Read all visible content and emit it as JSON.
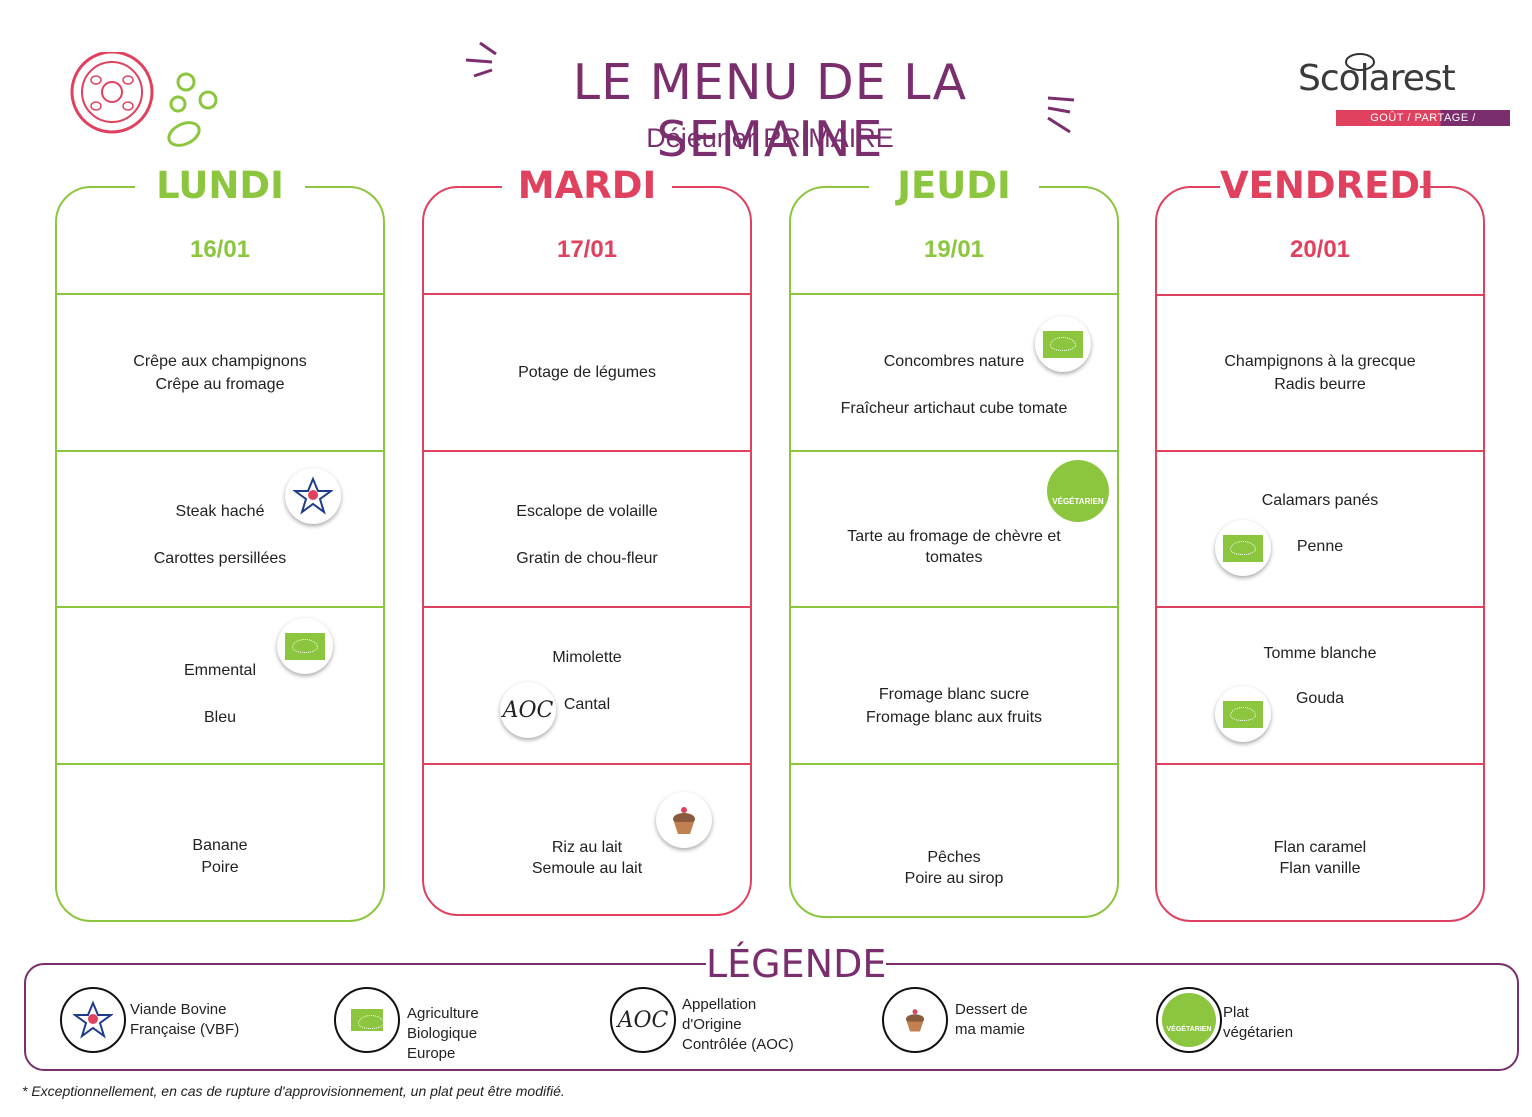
{
  "header": {
    "title": "LE MENU DE LA SEMAINE",
    "subtitle": "Déjeuner PRIMAIRE",
    "logo_name": "Scolarest",
    "logo_tagline": "GOÛT / PARTAGE / PROXIMITÉ"
  },
  "days": [
    {
      "name": "LUNDI",
      "date": "16/01",
      "entree": [
        "Crêpe aux champignons",
        "Crêpe au fromage"
      ],
      "plat": [
        "Steak haché",
        "Carottes persillées"
      ],
      "fromage": [
        "Emmental",
        "Bleu"
      ],
      "dessert": [
        "Banane",
        "Poire"
      ]
    },
    {
      "name": "MARDI",
      "date": "17/01",
      "entree": [
        "Potage de légumes"
      ],
      "plat": [
        "Escalope de volaille",
        "Gratin de chou-fleur"
      ],
      "fromage": [
        "Mimolette",
        "Cantal"
      ],
      "dessert": [
        "Riz au lait",
        "Semoule au lait"
      ]
    },
    {
      "name": "JEUDI",
      "date": "19/01",
      "entree": [
        "Concombres nature",
        "Fraîcheur artichaut cube tomate"
      ],
      "plat": [
        "Tarte au fromage de chèvre et",
        "tomates"
      ],
      "fromage": [
        "Fromage blanc sucre",
        "Fromage blanc aux fruits"
      ],
      "dessert": [
        "Pêches",
        "Poire au sirop"
      ]
    },
    {
      "name": "VENDREDI",
      "date": "20/01",
      "entree": [
        "Champignons à la grecque",
        "Radis beurre"
      ],
      "plat": [
        "Calamars panés",
        "Penne"
      ],
      "fromage": [
        "Tomme blanche",
        "Gouda"
      ],
      "dessert": [
        "Flan caramel",
        "Flan vanille"
      ]
    }
  ],
  "badges": {
    "vegetarian": "VÉGÉTARIEN",
    "aoc": "AOC",
    "vbf": "VIANDE BOVINE FRANÇAISE"
  },
  "legend": {
    "title": "LÉGENDE",
    "items": [
      {
        "label_1": "Viande Bovine",
        "label_2": "Française (VBF)",
        "icon": "vbf-icon"
      },
      {
        "label_1": "Agriculture",
        "label_2": "Biologique",
        "label_3": "Europe",
        "icon": "bio-icon"
      },
      {
        "label_1": "Appellation",
        "label_2": "d'Origine",
        "label_3": "Contrôlée (AOC)",
        "icon": "aoc-icon"
      },
      {
        "label_1": "Dessert de",
        "label_2": "ma mamie",
        "icon": "cupcake-icon"
      },
      {
        "label_1": "Plat",
        "label_2": "végétarien",
        "icon": "vegetarian-icon"
      }
    ]
  },
  "footnote": "* Exceptionnellement, en cas de rupture d'approvisionnement, un plat peut être modifié.",
  "colors": {
    "green": "#8cc63f",
    "red": "#e0415e",
    "purple": "#7a2e6e"
  }
}
